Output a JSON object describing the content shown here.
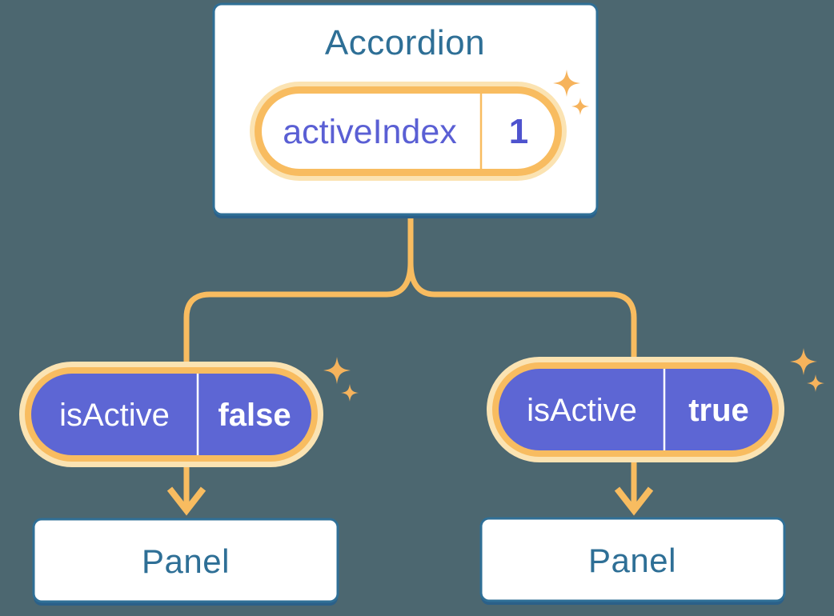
{
  "colors": {
    "background": "#4C6770",
    "card_fill": "#FFFFFF",
    "card_border": "#2F6F96",
    "card_shadow": "#2B6089",
    "heading_text": "#2E6F96",
    "wire_orange": "#F8BC60",
    "ring_light_orange": "#FBE3B2",
    "sparkle_orange": "#F6B35C",
    "pill_purple": "#5D66D4",
    "state_label_text": "#5A5FD4",
    "state_value_text": "#4E53CE",
    "prop_text": "#FFFFFF"
  },
  "diagram": {
    "parent": {
      "title": "Accordion",
      "state_pill": {
        "label": "activeIndex",
        "value": "1"
      }
    },
    "children": [
      {
        "prop_pill": {
          "label": "isActive",
          "value": "false"
        },
        "node": {
          "title": "Panel"
        }
      },
      {
        "prop_pill": {
          "label": "isActive",
          "value": "true"
        },
        "node": {
          "title": "Panel"
        }
      }
    ]
  }
}
